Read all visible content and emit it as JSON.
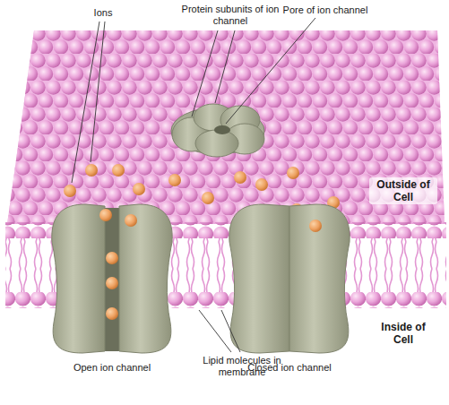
{
  "diagram": {
    "labels": [
      "Ions",
      "Protein subunits of ion channel",
      "Pore of ion channel",
      "Outside of Cell",
      "Lipid molecules in membrane",
      "Inside of Cell",
      "Open ion channel",
      "Closed ion channel"
    ]
  }
}
